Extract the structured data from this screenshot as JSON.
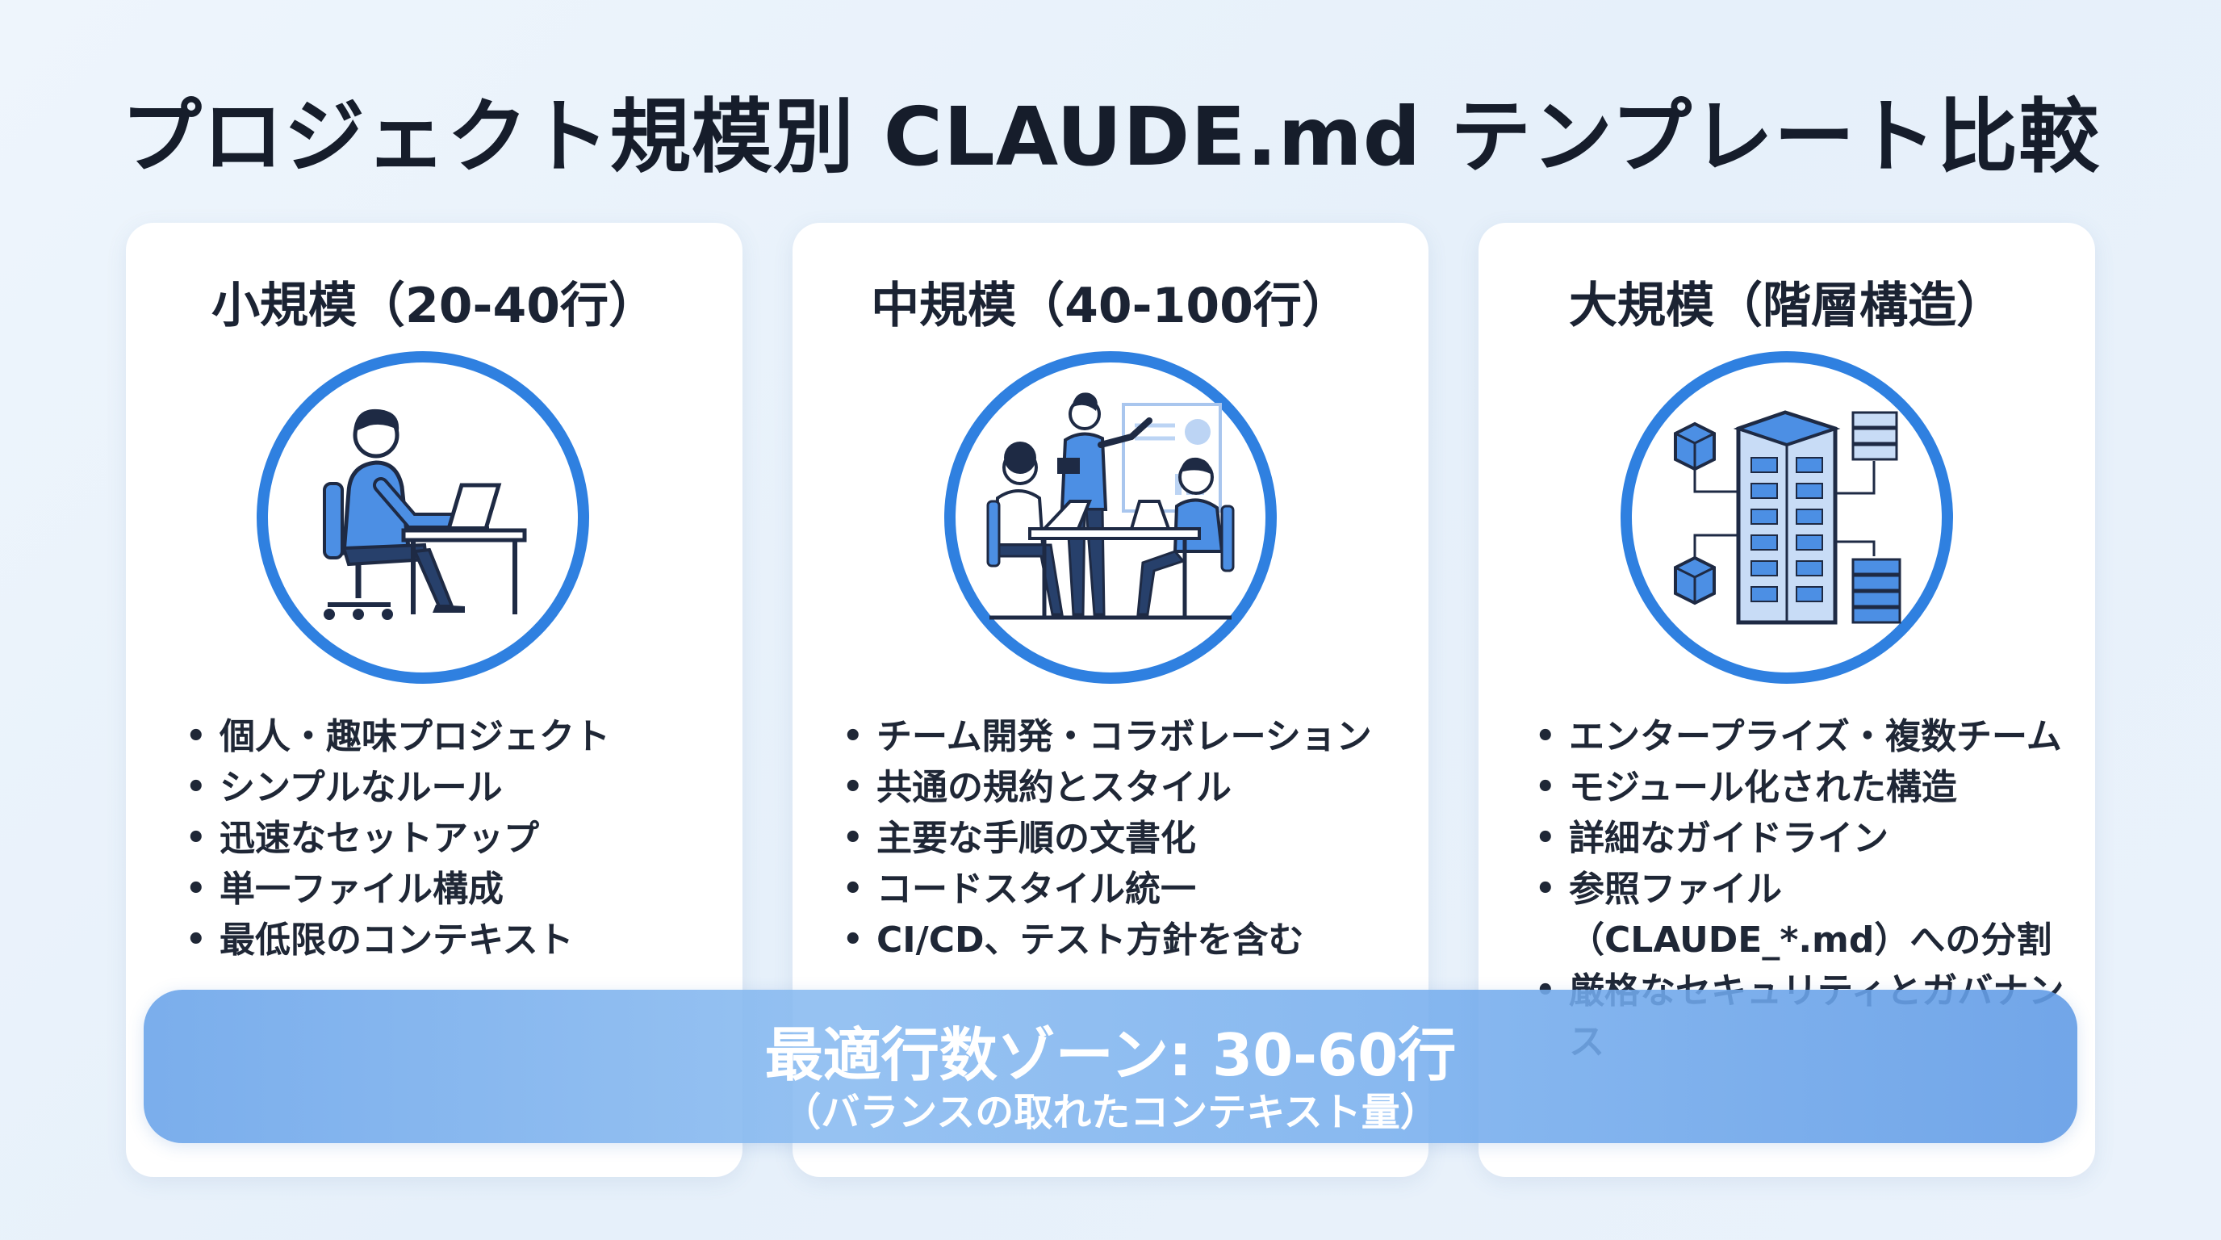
{
  "title": "プロジェクト規模別 CLAUDE.md テンプレート比較",
  "colors": {
    "accent": "#2f80e0",
    "figure_blue": "#4c8fe4",
    "dark": "#1e2a44",
    "zone": "#7fb3ee"
  },
  "cards": [
    {
      "title": "小規模（20-40行）",
      "icon": "solo-developer-icon",
      "features": [
        "個人・趣味プロジェクト",
        "シンプルなルール",
        "迅速なセットアップ",
        "単一ファイル構成",
        "最低限のコンテキスト"
      ]
    },
    {
      "title": "中規模（40-100行）",
      "icon": "team-meeting-icon",
      "features": [
        "チーム開発・コラボレーション",
        "共通の規約とスタイル",
        "主要な手順の文書化",
        "コードスタイル統一",
        "CI/CD、テスト方針を含む"
      ]
    },
    {
      "title": "大規模（階層構造）",
      "icon": "enterprise-building-icon",
      "features": [
        "エンタープライズ・複数チーム",
        "モジュール化された構造",
        "詳細なガイドライン",
        "参照ファイル（CLAUDE_*.md）への分割",
        "厳格なセキュリティとガバナンス"
      ]
    }
  ],
  "zone": {
    "title": "最適行数ゾーン: 30-60行",
    "subtitle": "（バランスの取れたコンテキスト量）"
  }
}
